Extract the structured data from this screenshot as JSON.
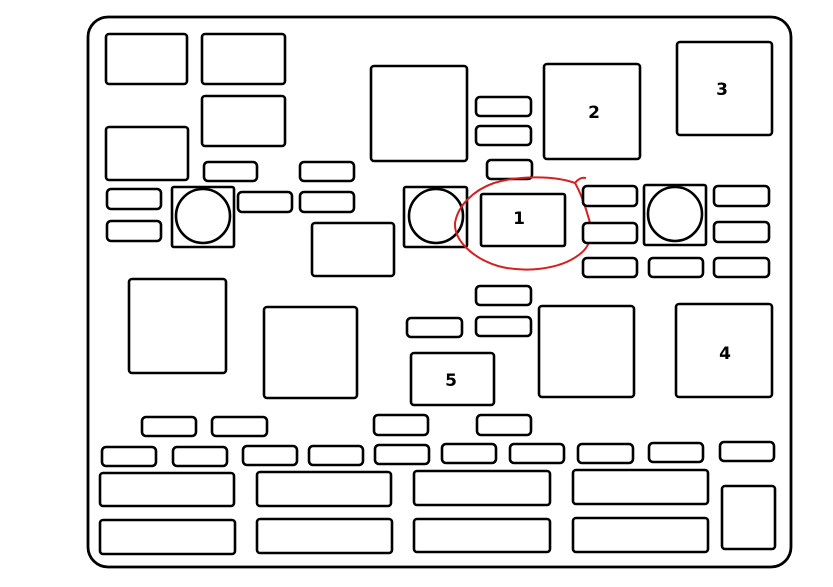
{
  "diagram": {
    "labels": {
      "one": "1",
      "two": "2",
      "three": "3",
      "four": "4",
      "five": "5"
    },
    "highlight_color": "#d42020",
    "line_color": "#000000",
    "background": "#ffffff"
  }
}
